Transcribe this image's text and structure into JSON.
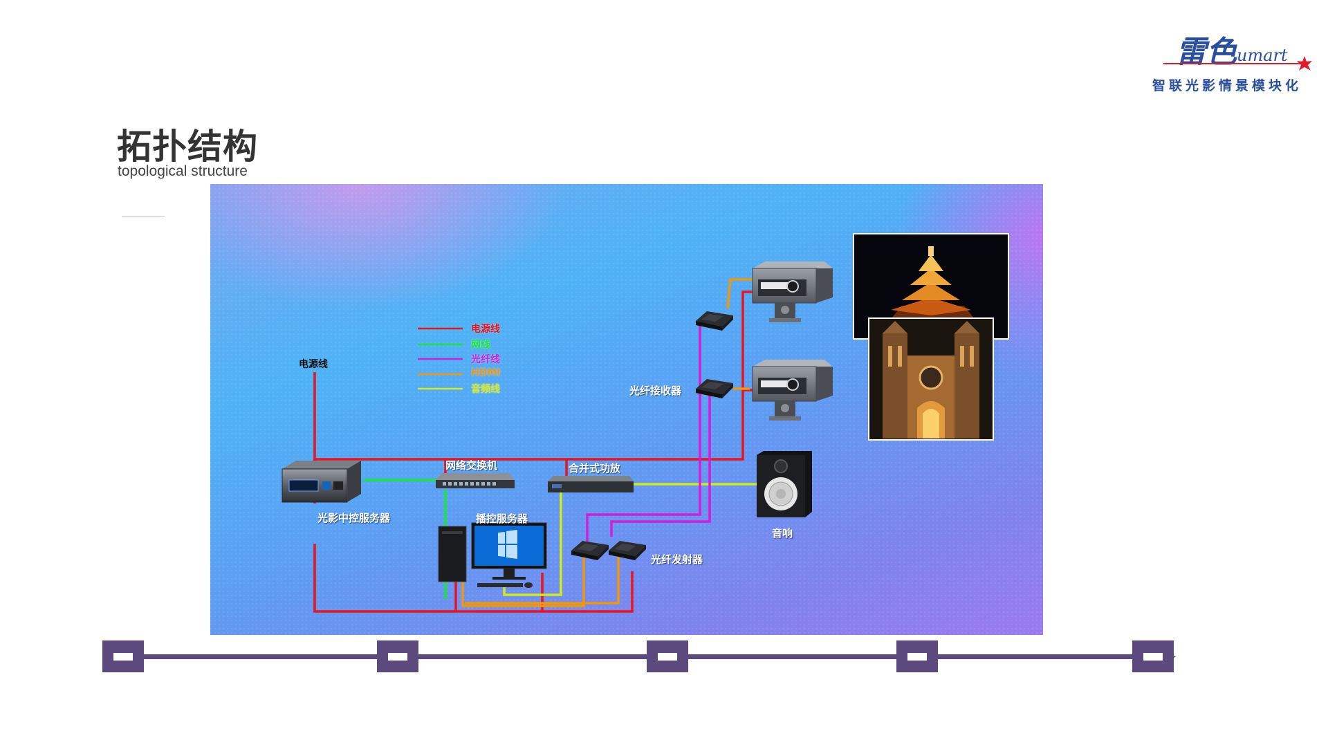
{
  "header": {
    "title_cn": "拓扑结构",
    "title_en": "topological structure"
  },
  "logo": {
    "brand_cn": "雷色",
    "brand_en": "umart",
    "tagline": "智联光影情景模块化"
  },
  "legend": [
    {
      "label": "电源线",
      "color": "#e8141e"
    },
    {
      "label": "网线",
      "color": "#19e63c"
    },
    {
      "label": "光纤线",
      "color": "#d21ed7"
    },
    {
      "label": "HDMI",
      "color": "#f0960f"
    },
    {
      "label": "音频线",
      "color": "#d2eb1e"
    }
  ],
  "labels": {
    "power_in": "电源线",
    "switch": "网络交换机",
    "amplifier": "合并式功放",
    "central_server": "光影中控服务器",
    "playback_server": "播控服务器",
    "fiber_receiver": "光纤接收器",
    "fiber_transmitter": "光纤发射器",
    "speaker": "音响"
  },
  "colors": {
    "timeline": "#5c4a7e",
    "title": "#333333"
  },
  "icons": [
    "projector-icon",
    "server-icon",
    "switch-icon",
    "amplifier-icon",
    "pc-icon",
    "speaker-icon",
    "fiber-module-icon"
  ]
}
